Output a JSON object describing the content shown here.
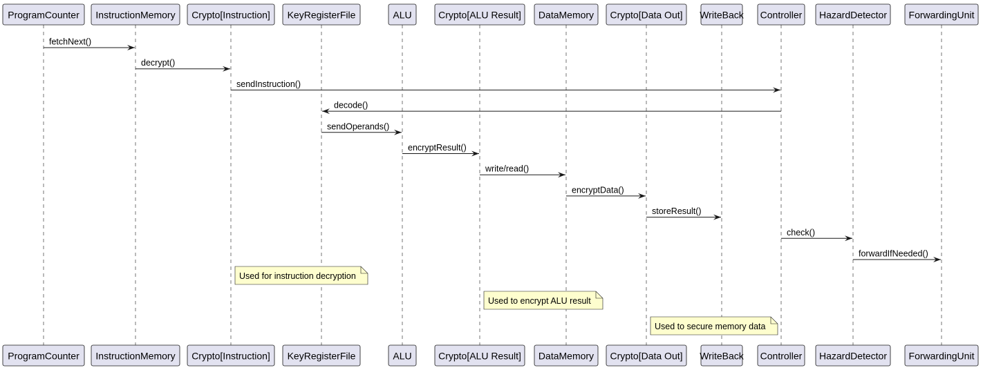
{
  "participants": [
    "ProgramCounter",
    "InstructionMemory",
    "Crypto[Instruction]",
    "KeyRegisterFile",
    "ALU",
    "Crypto[ALU Result]",
    "DataMemory",
    "Crypto[Data Out]",
    "WriteBack",
    "Controller",
    "HazardDetector",
    "ForwardingUnit"
  ],
  "messages": [
    {
      "from": 0,
      "to": 1,
      "label": "fetchNext()"
    },
    {
      "from": 1,
      "to": 2,
      "label": "decrypt()"
    },
    {
      "from": 2,
      "to": 9,
      "label": "sendInstruction()"
    },
    {
      "from": 9,
      "to": 3,
      "label": "decode()"
    },
    {
      "from": 3,
      "to": 4,
      "label": "sendOperands()"
    },
    {
      "from": 4,
      "to": 5,
      "label": "encryptResult()"
    },
    {
      "from": 5,
      "to": 6,
      "label": "write/read()"
    },
    {
      "from": 6,
      "to": 7,
      "label": "encryptData()"
    },
    {
      "from": 7,
      "to": 8,
      "label": "storeResult()"
    },
    {
      "from": 9,
      "to": 10,
      "label": "check()"
    },
    {
      "from": 10,
      "to": 11,
      "label": "forwardIfNeeded()"
    }
  ],
  "notes": [
    {
      "over": 2,
      "text": "Used for instruction decryption"
    },
    {
      "over": 5,
      "text": "Used to encrypt ALU result"
    },
    {
      "over": 7,
      "text": "Used to secure memory data"
    }
  ],
  "colors": {
    "participant_fill": "#e2e2f0",
    "note_fill": "#fefece",
    "line": "#181818"
  }
}
